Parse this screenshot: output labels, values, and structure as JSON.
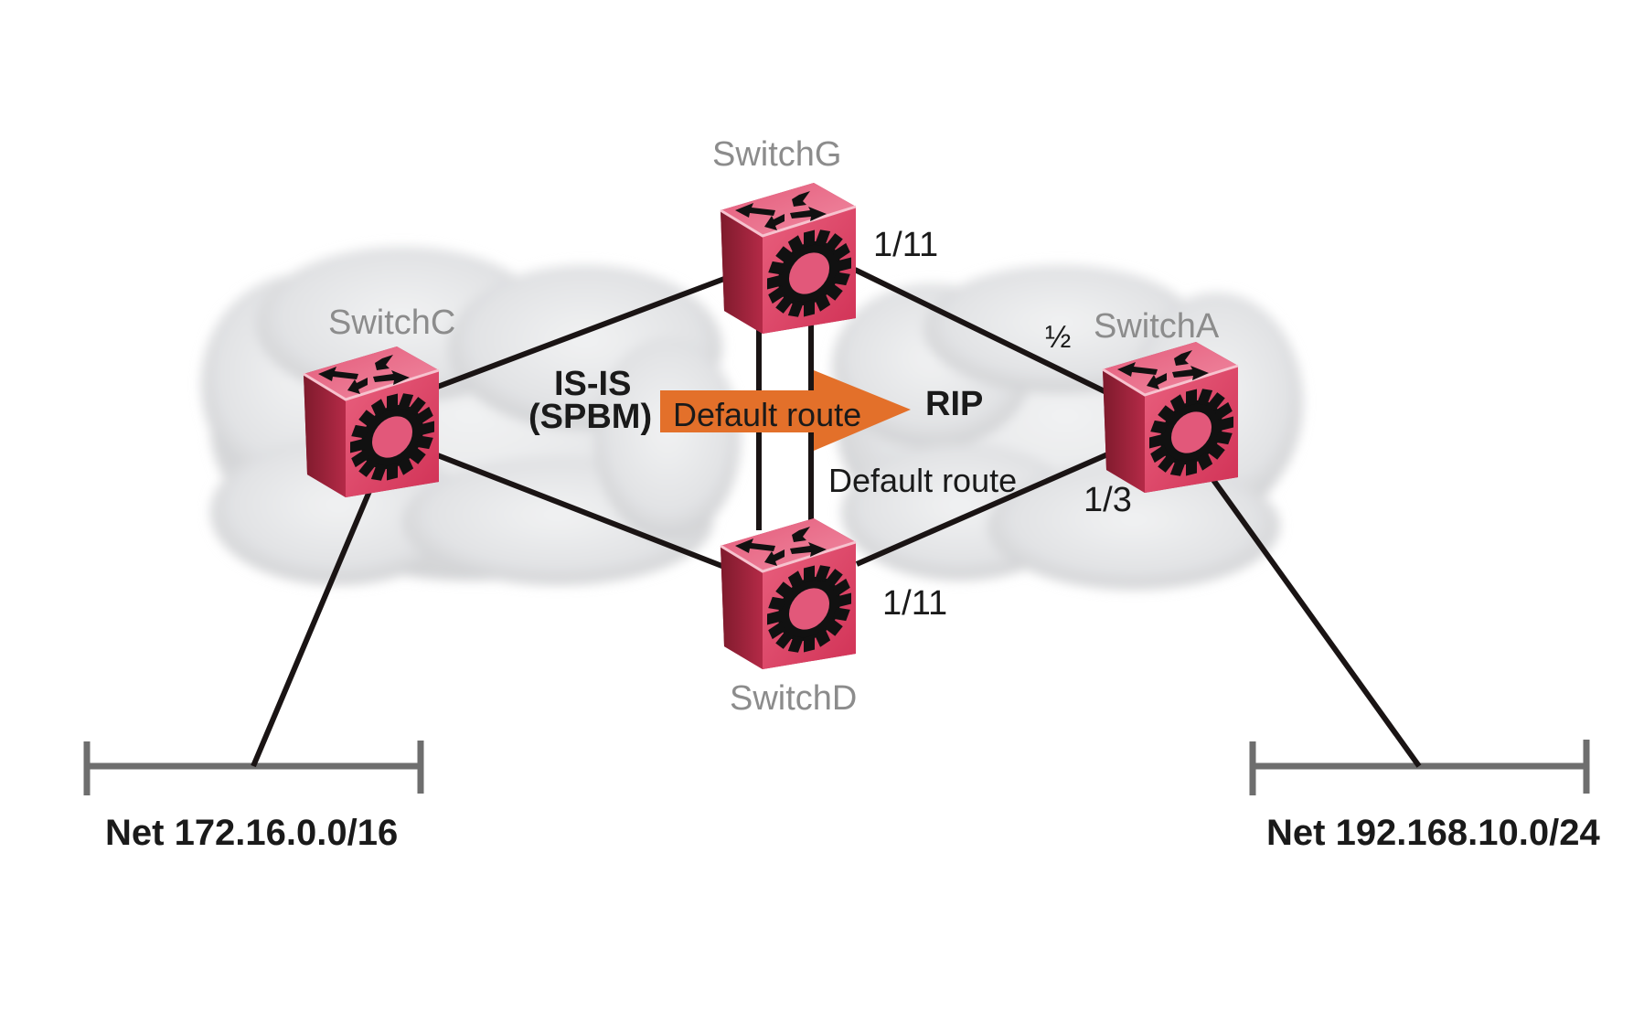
{
  "diagram": {
    "colors": {
      "switch_body": "#d6365a",
      "switch_dark": "#8e1f33",
      "switch_top": "#e8708a",
      "link": "#1a1414",
      "net_bar": "#6e6e6e",
      "cloud": "#e4e5e7",
      "arrow": "#e3702a",
      "switch_label": "#8c8c8c"
    },
    "clouds": [
      {
        "name": "IS-IS (SPBM) domain"
      },
      {
        "name": "RIP domain"
      }
    ],
    "switches": [
      {
        "id": "G",
        "label": "SwitchG"
      },
      {
        "id": "C",
        "label": "SwitchC"
      },
      {
        "id": "A",
        "label": "SwitchA"
      },
      {
        "id": "D",
        "label": "SwitchD"
      }
    ],
    "links": [
      {
        "from": "C",
        "to": "G"
      },
      {
        "from": "C",
        "to": "D"
      },
      {
        "from": "G",
        "to": "D"
      },
      {
        "from": "G",
        "to": "D"
      },
      {
        "from": "G",
        "to": "A"
      },
      {
        "from": "D",
        "to": "A"
      },
      {
        "from": "C",
        "to": "Net 172.16.0.0/16"
      },
      {
        "from": "A",
        "to": "Net 192.168.10.0/24"
      }
    ],
    "ports": {
      "g_port": "1/11",
      "d_port": "1/11",
      "a_port_top": "½",
      "a_port_bottom": "1/3"
    },
    "protocols": {
      "left_line1": "IS-IS",
      "left_line2": "(SPBM)",
      "right": "RIP"
    },
    "arrow_label": "Default route",
    "default_route_label": "Default route",
    "networks": {
      "left": "Net 172.16.0.0/16",
      "right": "Net 192.168.10.0/24"
    }
  }
}
